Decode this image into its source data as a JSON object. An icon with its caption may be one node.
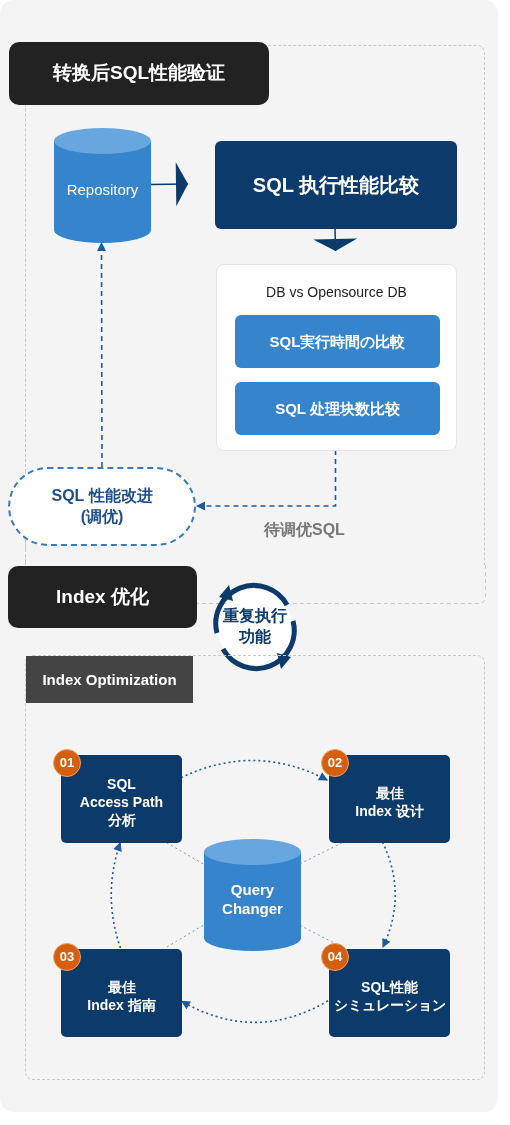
{
  "diagram": {
    "nodes": [
      {
        "text": [
          "转换后SQL性能验证"
        ]
      },
      {
        "text": [
          "Repository"
        ],
        "in": 0
      },
      {
        "text": [
          "SQL 执行性能比较"
        ],
        "in": 0
      },
      {
        "text": [
          "DB vs Opensource DB"
        ],
        "in": 0
      },
      {
        "text": [
          "SQL実行時間の比較"
        ],
        "in": 3
      },
      {
        "text": [
          "SQL 处理块数比较"
        ],
        "in": 3
      },
      {
        "text": [
          "SQL 性能改进 (调优)"
        ]
      },
      {
        "text": [
          "Index 优化"
        ]
      },
      {
        "text": [
          "重复执行功能"
        ]
      },
      {
        "text": [
          "Index Optimization"
        ]
      },
      {
        "text": [
          "01",
          "SQL Access Path 分析"
        ],
        "in": 9
      },
      {
        "text": [
          "02",
          "最佳 Index 设计"
        ],
        "in": 9
      },
      {
        "text": [
          "03",
          "最佳 Index 指南"
        ],
        "in": 9
      },
      {
        "text": [
          "04",
          "SQL性能シミュレーション"
        ],
        "in": 9
      },
      {
        "text": [
          "Query Changer"
        ],
        "in": 9
      }
    ],
    "edges": [
      {
        "from": 1,
        "to": 2,
        "arrow": "to",
        "color": "#0b3a6b"
      },
      {
        "from": 2,
        "to": 3,
        "arrow": "to",
        "color": "#0b3a6b"
      },
      {
        "from": 3,
        "to": 6,
        "arrow": "to",
        "style": "dashed",
        "label": "待调优SQL"
      },
      {
        "from": 6,
        "to": 1,
        "arrow": "to",
        "style": "dashed"
      },
      {
        "from": 10,
        "to": 11,
        "arrow": "to",
        "style": "dashed"
      },
      {
        "from": 11,
        "to": 13,
        "arrow": "to",
        "style": "dashed"
      },
      {
        "from": 13,
        "to": 12,
        "arrow": "to",
        "style": "dashed"
      },
      {
        "from": 12,
        "to": 10,
        "arrow": "to",
        "style": "dashed"
      },
      {
        "from": 14,
        "to": 10,
        "arrow": "none",
        "style": "dashed",
        "color": "#7f9cc0"
      },
      {
        "from": 14,
        "to": 11,
        "arrow": "none",
        "style": "dashed",
        "color": "#7f9cc0"
      },
      {
        "from": 14,
        "to": 12,
        "arrow": "none",
        "style": "dashed",
        "color": "#7f9cc0"
      },
      {
        "from": 14,
        "to": 13,
        "arrow": "none",
        "style": "dashed",
        "color": "#7f9cc0"
      }
    ]
  }
}
